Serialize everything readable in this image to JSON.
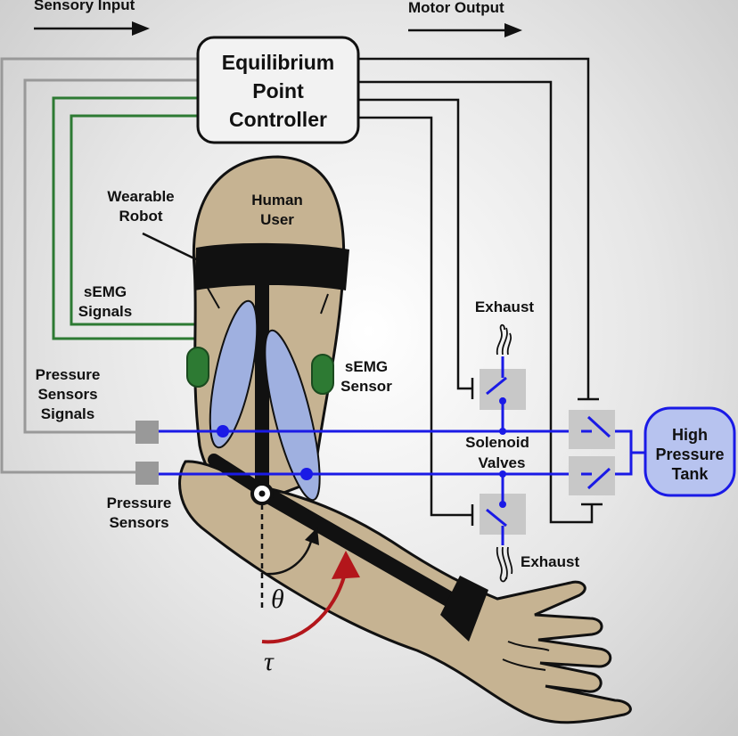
{
  "flow": {
    "sensory_input": "Sensory Input",
    "motor_output": "Motor Output"
  },
  "controller": {
    "line1": "Equilibrium",
    "line2": "Point",
    "line3": "Controller"
  },
  "labels": {
    "wearable_robot_1": "Wearable",
    "wearable_robot_2": "Robot",
    "human_user_1": "Human",
    "human_user_2": "User",
    "semg_signals_1": "sEMG",
    "semg_signals_2": "Signals",
    "semg_sensor_1": "sEMG",
    "semg_sensor_2": "Sensor",
    "pressure_signals_1": "Pressure",
    "pressure_signals_2": "Sensors",
    "pressure_signals_3": "Signals",
    "pressure_sensors_1": "Pressure",
    "pressure_sensors_2": "Sensors",
    "exhaust_top": "Exhaust",
    "exhaust_bottom": "Exhaust",
    "solenoid_1": "Solenoid",
    "solenoid_2": "Valves",
    "tank_1": "High",
    "tank_2": "Pressure",
    "tank_3": "Tank",
    "theta": "θ",
    "tau": "τ"
  },
  "colors": {
    "skin": "#c6b392",
    "muscle": "#9fb0e0",
    "semg_electrode": "#2d7a33",
    "emg_wire": "#2d7a33",
    "pressure_wire": "#999999",
    "air_line": "#1a1ae6",
    "torque_arrow": "#b3161b",
    "valve_box": "#c8c8c8",
    "tank_fill": "#b7c3ef",
    "tank_stroke": "#1a1ae6"
  }
}
